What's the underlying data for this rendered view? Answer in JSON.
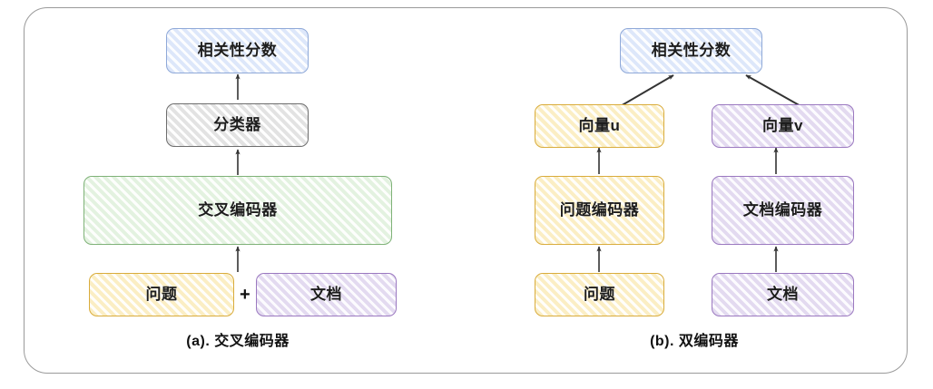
{
  "figure": {
    "panels": [
      {
        "id": "a",
        "caption": "(a). 交叉编码器",
        "nodes": {
          "score": "相关性分数",
          "classifier": "分类器",
          "encoder": "交叉编码器",
          "question": "问题",
          "document": "文档",
          "combiner": "+"
        },
        "colors": {
          "score": "#8fa9d8",
          "classifier": "#6e6e6e",
          "encoder": "#7fb278",
          "question": "#d9ac3c",
          "document": "#9b79c0"
        }
      },
      {
        "id": "b",
        "caption": "(b). 双编码器",
        "nodes": {
          "score": "相关性分数",
          "vector_u": "向量u",
          "vector_v": "向量v",
          "question_encoder": "问题编码器",
          "document_encoder": "文档编码器",
          "question": "问题",
          "document": "文档"
        },
        "colors": {
          "score": "#8fa9d8",
          "vector_u": "#d9ac3c",
          "vector_v": "#9b79c0",
          "question_encoder": "#d9ac3c",
          "document_encoder": "#9b79c0",
          "question": "#d9ac3c",
          "document": "#9b79c0"
        }
      }
    ],
    "frame_color": "#9a9a9a",
    "arrow_color": "#333333",
    "background": "#ffffff"
  }
}
